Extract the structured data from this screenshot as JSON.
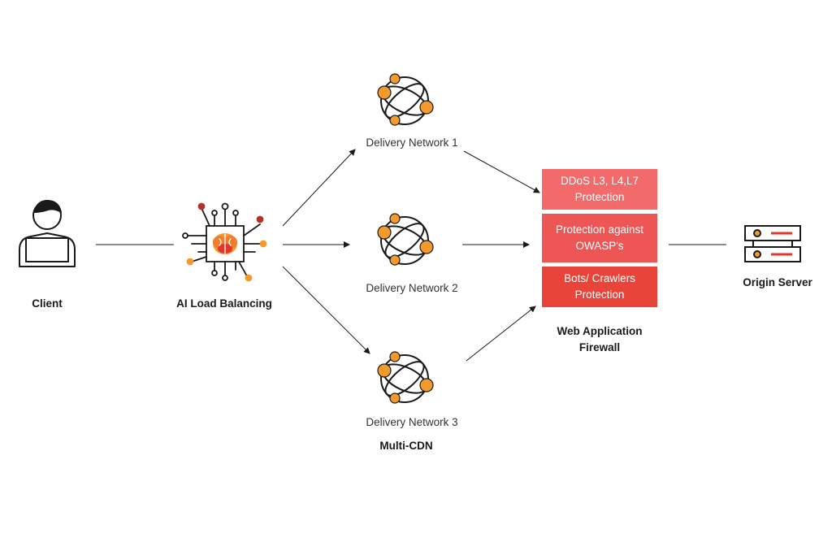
{
  "nodes": {
    "client": {
      "label": "Client",
      "icon": "user-laptop-icon"
    },
    "load_balancer": {
      "label": "AI Load Balancing",
      "icon": "ai-chip-brain-icon"
    },
    "networks": [
      {
        "label": "Delivery Network 1",
        "icon": "globe-network-icon"
      },
      {
        "label": "Delivery Network 2",
        "icon": "globe-network-icon"
      },
      {
        "label": "Delivery Network 3",
        "icon": "globe-network-icon"
      }
    ],
    "multi_cdn_label": "Multi-CDN",
    "waf": {
      "title_line1": "Web Application",
      "title_line2": "Firewall",
      "boxes": [
        {
          "line1": "DDoS L3, L4,L7",
          "line2": "Protection",
          "color": "#f26a6a"
        },
        {
          "line1": "Protection against",
          "line2": "OWASP's",
          "color": "#ee5656"
        },
        {
          "line1": "Bots/ Crawlers",
          "line2": "Protection",
          "color": "#e8443a"
        }
      ]
    },
    "origin": {
      "label": "Origin Server",
      "icon": "server-rack-icon"
    }
  },
  "colors": {
    "accent_orange": "#f39a2c",
    "accent_red": "#e2362a",
    "dark_red": "#b3322a",
    "line": "#1a1a1a"
  }
}
